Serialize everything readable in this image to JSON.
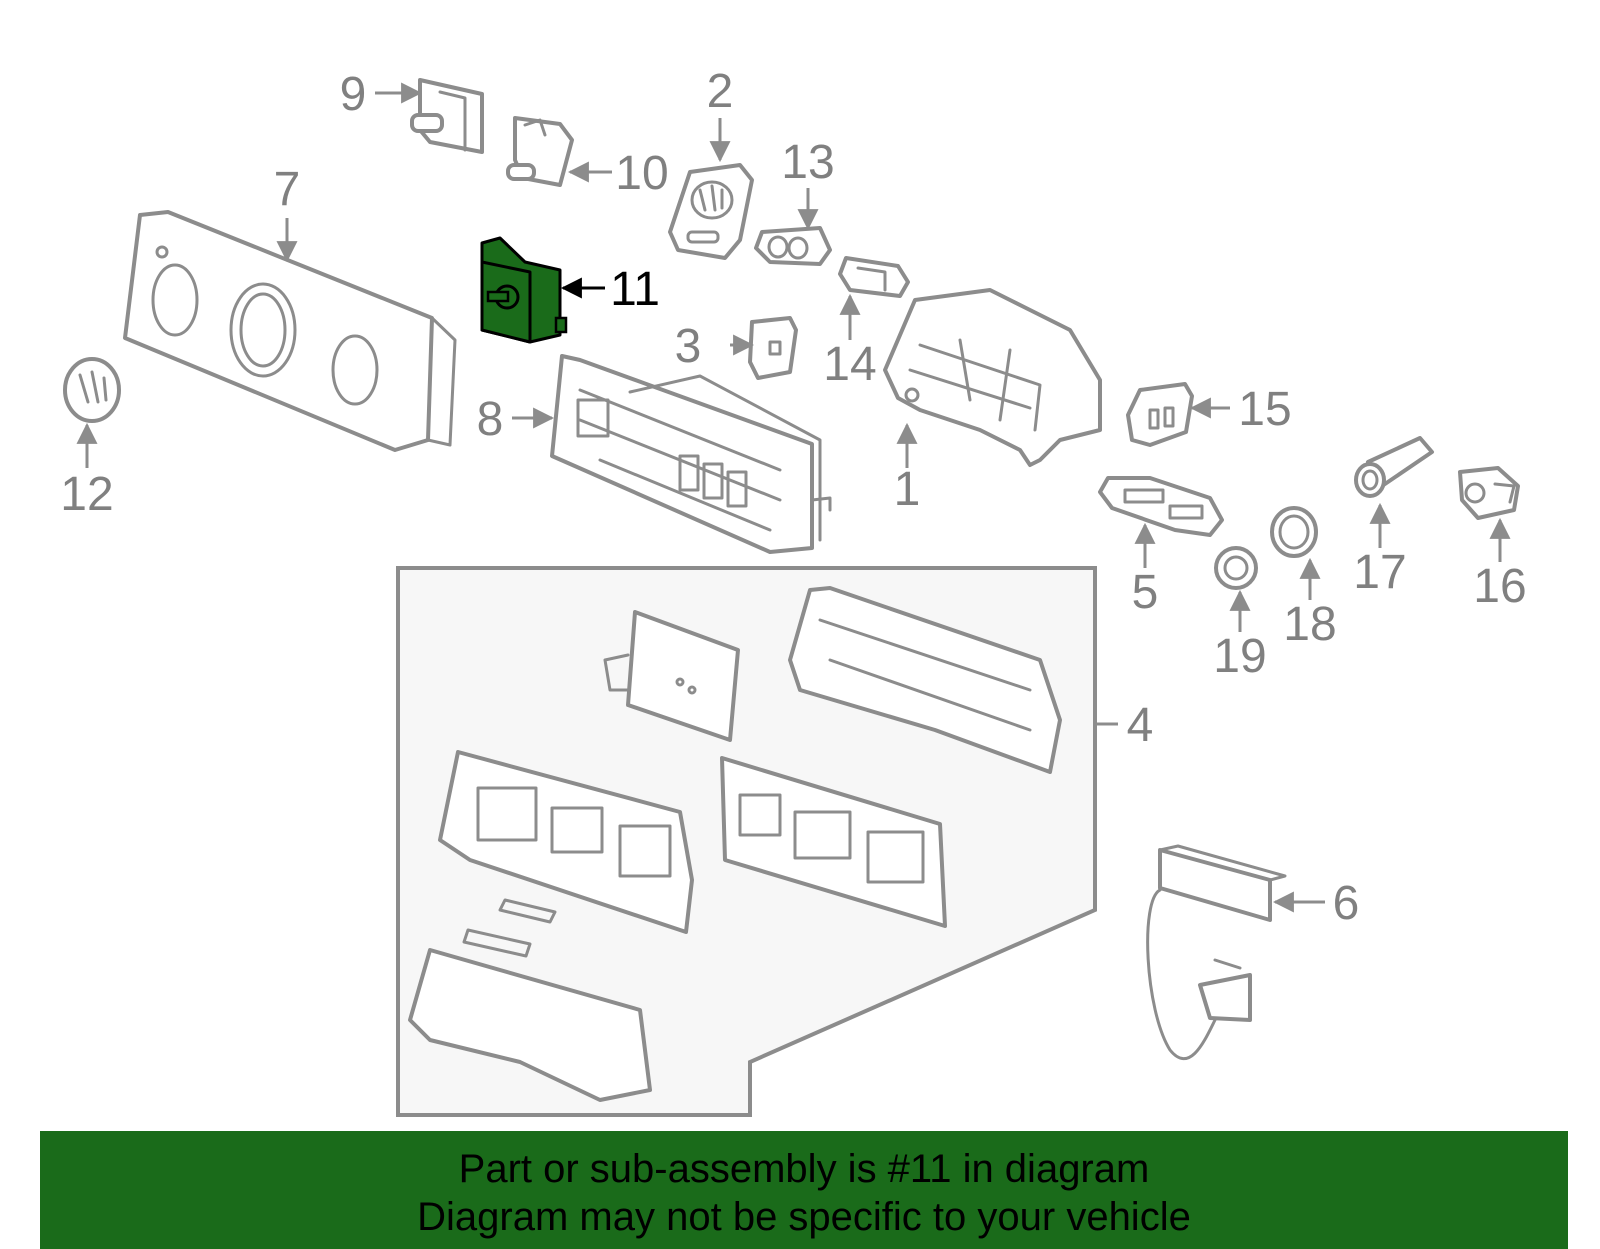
{
  "callouts": {
    "c1": "1",
    "c2": "2",
    "c3": "3",
    "c4": "4",
    "c5": "5",
    "c6": "6",
    "c7": "7",
    "c8": "8",
    "c9": "9",
    "c10": "10",
    "c11": "11",
    "c12": "12",
    "c13": "13",
    "c14": "14",
    "c15": "15",
    "c16": "16",
    "c17": "17",
    "c18": "18",
    "c19": "19"
  },
  "highlighted_part": "11",
  "colors": {
    "highlight": "#1a6b1a",
    "line": "#8c8c8c",
    "banner": "#1a6b1a"
  },
  "banner": {
    "line1": "Part or sub-assembly is #11 in diagram",
    "line2": "Diagram may not be specific to your vehicle"
  }
}
